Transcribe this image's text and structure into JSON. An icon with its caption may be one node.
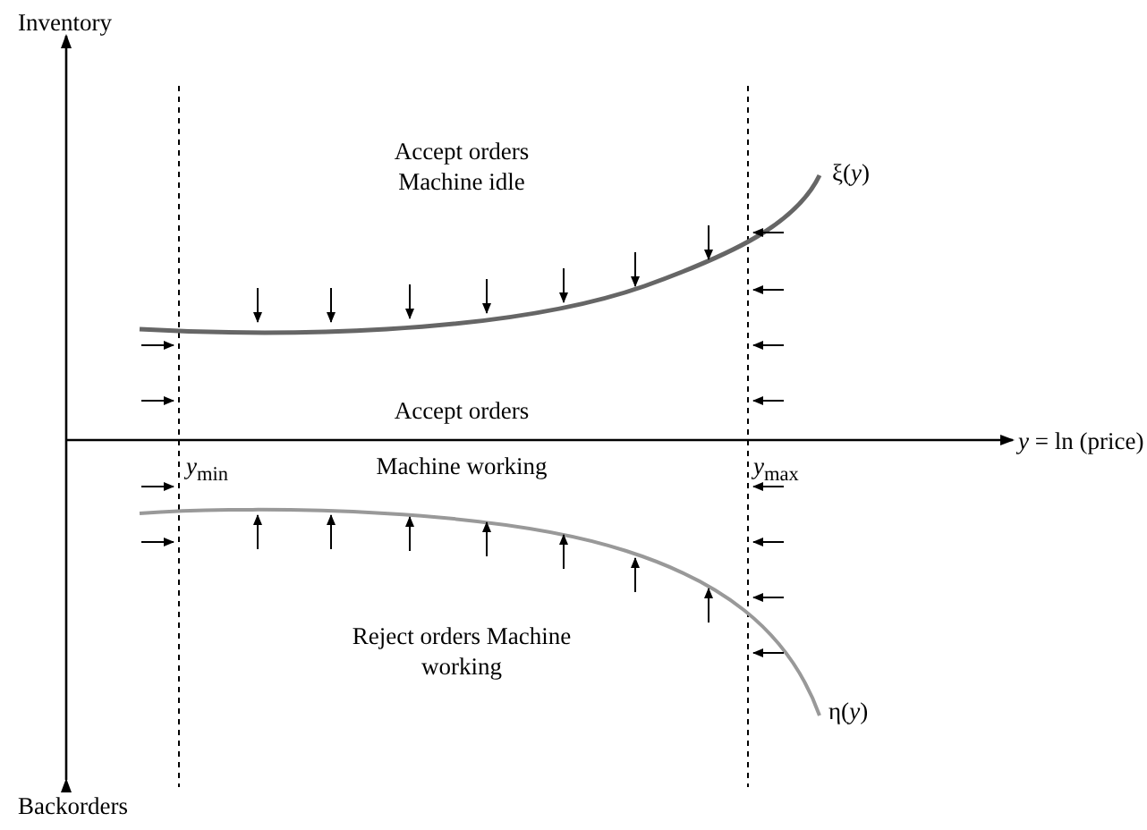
{
  "diagram": {
    "labels": [
      "Inventory",
      "Accept orders Machine idle",
      "ξ(*y*)",
      "Accept orders",
      "*y*$_{min}$",
      "Machine working",
      "*y*$_{max}$",
      "*y* = ln (price)",
      "Reject orders Machine working",
      "η(*y*)",
      "Backorders"
    ]
  }
}
